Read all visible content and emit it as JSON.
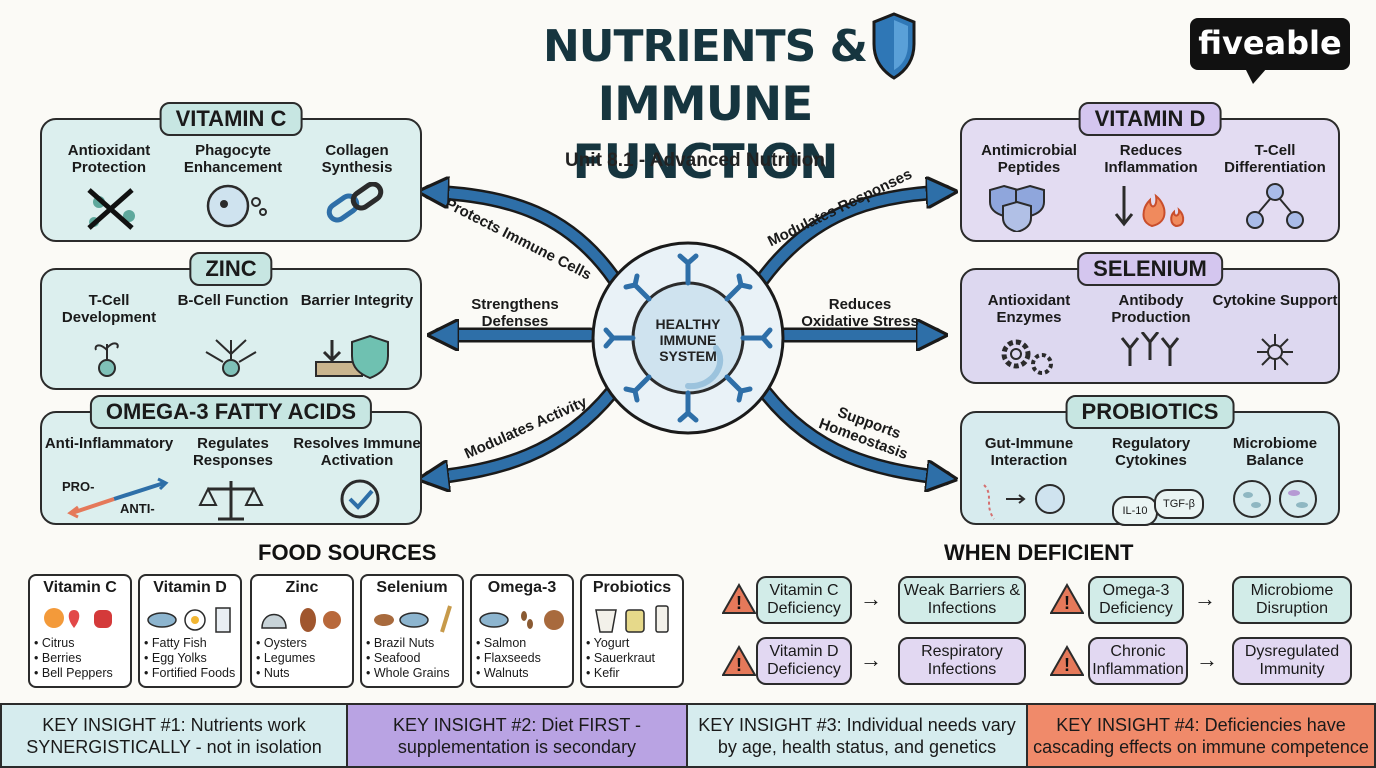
{
  "header": {
    "title_line1": "NUTRIENTS &",
    "title_line2": "IMMUNE FUNCTION",
    "subtitle": "Unit 8.1 - Advanced Nutrition",
    "logo": "fiveable"
  },
  "center": {
    "label": "HEALTHY IMMUNE SYSTEM"
  },
  "links": {
    "vitamin_c": "Protects Immune Cells",
    "zinc_line1": "Strengthens",
    "zinc_line2": "Defenses",
    "omega3": "Modulates Activity",
    "vitamin_d": "Modulates Responses",
    "selenium_line1": "Reduces",
    "selenium_line2": "Oxidative Stress",
    "probiotics_line1": "Supports",
    "probiotics_line2": "Homeostasis"
  },
  "nutrients": {
    "vitamin_c": {
      "title": "VITAMIN C",
      "items": [
        "Antioxidant Protection",
        "Phagocyte Enhancement",
        "Collagen Synthesis"
      ]
    },
    "zinc": {
      "title": "ZINC",
      "items": [
        "T-Cell Development",
        "B-Cell Function",
        "Barrier Integrity"
      ]
    },
    "omega3": {
      "title": "OMEGA-3 FATTY ACIDS",
      "items": [
        "Anti-Inflammatory",
        "Regulates Responses",
        "Resolves Immune Activation"
      ],
      "pro": "PRO-",
      "anti": "ANTI-"
    },
    "vitamin_d": {
      "title": "VITAMIN D",
      "items": [
        "Antimicrobial Peptides",
        "Reduces Inflammation",
        "T-Cell Differentiation"
      ]
    },
    "selenium": {
      "title": "SELENIUM",
      "items": [
        "Antioxidant Enzymes",
        "Antibody Production",
        "Cytokine Support"
      ]
    },
    "probiotics": {
      "title": "PROBIOTICS",
      "items": [
        "Gut-Immune Interaction",
        "Regulatory Cytokines",
        "Microbiome Balance"
      ],
      "cytokine1": "IL-10",
      "cytokine2": "TGF-β"
    }
  },
  "food_sources": {
    "heading": "FOOD SOURCES",
    "groups": [
      {
        "name": "Vitamin C",
        "items": [
          "Citrus",
          "Berries",
          "Bell Peppers"
        ]
      },
      {
        "name": "Vitamin D",
        "items": [
          "Fatty Fish",
          "Egg Yolks",
          "Fortified Foods"
        ]
      },
      {
        "name": "Zinc",
        "items": [
          "Oysters",
          "Legumes",
          "Nuts"
        ]
      },
      {
        "name": "Selenium",
        "items": [
          "Brazil Nuts",
          "Seafood",
          "Whole Grains"
        ]
      },
      {
        "name": "Omega-3",
        "items": [
          "Salmon",
          "Flaxseeds",
          "Walnuts"
        ]
      },
      {
        "name": "Probiotics",
        "items": [
          "Yogurt",
          "Sauerkraut",
          "Kefir"
        ]
      }
    ]
  },
  "deficiency": {
    "heading": "WHEN DEFICIENT",
    "rows": [
      {
        "cause": "Vitamin C Deficiency",
        "effect": "Weak Barriers & Infections"
      },
      {
        "cause": "Omega-3 Deficiency",
        "effect": "Microbiome Disruption"
      },
      {
        "cause": "Vitamin D Deficiency",
        "effect": "Respiratory Infections"
      },
      {
        "cause": "Chronic Inflammation",
        "effect": "Dysregulated Immunity"
      }
    ]
  },
  "insights": [
    {
      "text": "KEY INSIGHT #1: Nutrients work SYNERGISTICALLY - not in isolation",
      "color": "#d6ecee"
    },
    {
      "text": "KEY INSIGHT #2: Diet FIRST - supplementation is secondary",
      "color": "#b9a3e3"
    },
    {
      "text": "KEY INSIGHT #3: Individual needs vary by age, health status, and genetics",
      "color": "#d6ecee"
    },
    {
      "text": "KEY INSIGHT #4: Deficiencies have cascading effects on immune competence",
      "color": "#f08a6a"
    }
  ]
}
